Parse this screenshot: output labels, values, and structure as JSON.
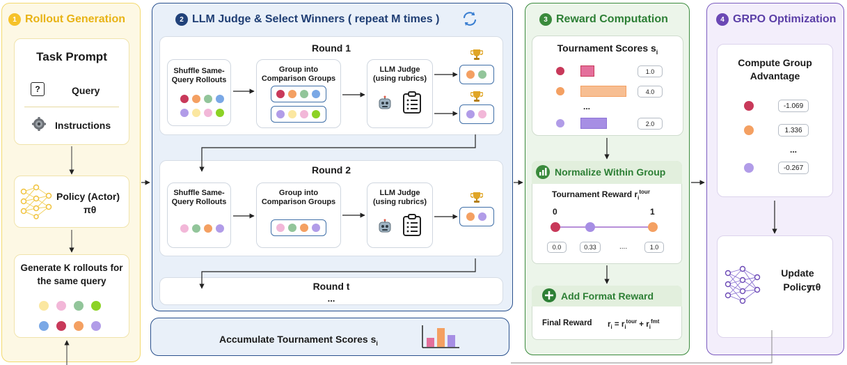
{
  "colors": {
    "yellow": "#f6c22a",
    "blue": "#21427a",
    "green": "#3a8a3c",
    "purple": "#6b48b5",
    "red": "#c8395a",
    "pink": "#e46f9b",
    "orange": "#f4a062",
    "lavender": "#a68ee4"
  },
  "rollout": {
    "num": "1",
    "title": "Rollout Generation",
    "task_prompt": "Task Prompt",
    "query_icon": "?",
    "query": "Query",
    "instructions": "Instructions",
    "policy_label": "Policy (Actor)",
    "policy_symbol": "πθ",
    "generate": "Generate K rollouts for the same query"
  },
  "judge": {
    "num": "2",
    "title": "LLM Judge & Select Winners ( repeat M times )",
    "round1": "Round 1",
    "round2": "Round 2",
    "roundt": "Round t",
    "ellipsis": "...",
    "shuffle": "Shuffle Same-Query Rollouts",
    "group": "Group into Comparison Groups",
    "llm_judge": "LLM Judge (using rubrics)",
    "accumulate": "Accumulate Tournament Scores s",
    "accumulate_sub": "i"
  },
  "reward": {
    "num": "3",
    "title": "Reward Computation",
    "scores_title": "Tournament Scores  s",
    "scores_sub": "i",
    "score_values": [
      "1.0",
      "4.0",
      "2.0"
    ],
    "dots": "...",
    "normalize": "Normalize Within Group",
    "tour_reward": "Tournament Reward  r",
    "tour_sub": "i",
    "tour_sup": "tour",
    "scale_min": "0",
    "scale_max": "1",
    "scale_values": [
      "0.0",
      "0.33",
      "....",
      "1.0"
    ],
    "add_format": "Add Format Reward",
    "final_label": "Final Reward",
    "formula_r": "r",
    "formula_i": "i",
    "formula_eq": " = r",
    "formula_tour": "tour",
    "formula_plus": " +  r",
    "formula_fmt": "fmt"
  },
  "grpo": {
    "num": "4",
    "title": "GRPO Optimization",
    "compute": "Compute Group Advantage",
    "advantages": [
      "-1.069",
      "1.336",
      "-0.267"
    ],
    "dots": "...",
    "update": "Update Policy",
    "update_symbol": "πθ"
  }
}
